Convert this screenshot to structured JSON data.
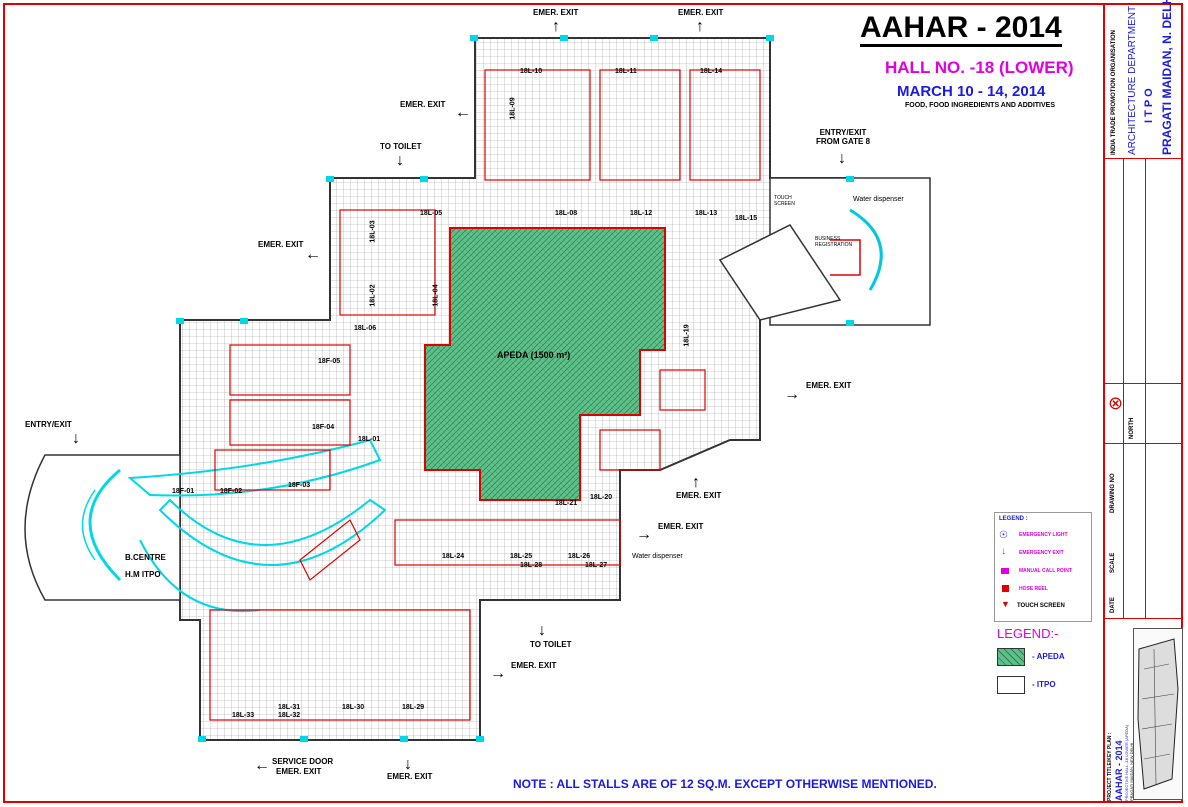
{
  "header": {
    "title": "AAHAR - 2014",
    "hall": "HALL NO. -18 (LOWER)",
    "dates": "MARCH 10 - 14, 2014",
    "subtitle": "FOOD, FOOD INGREDIENTS AND ADDITIVES"
  },
  "plan": {
    "center_label": "APEDA (1500 m²)",
    "exits": {
      "emer_top_left": "EMER. EXIT",
      "emer_top_right": "EMER. EXIT",
      "emer_upper_left": "EMER. EXIT",
      "to_toilet_top": "TO TOILET",
      "emer_left": "EMER. EXIT",
      "entry_exit_gate8": "ENTRY/EXIT FROM GATE 8",
      "entry_exit_left": "ENTRY/EXIT",
      "emer_right": "EMER. EXIT",
      "emer_right_mid": "EMER. EXIT",
      "emer_right_low": "EMER. EXIT",
      "to_toilet_bottom": "TO TOILET",
      "emer_bottom_right": "EMER. EXIT",
      "service_door": "SERVICE DOOR",
      "service_emer": "EMER. EXIT",
      "emer_bottom": "EMER. EXIT"
    },
    "misc": {
      "water_top": "Water dispenser",
      "water_right": "Water dispenser",
      "touch_screen": "TOUCH SCREEN",
      "business_reg": "BUSINESS REGISTRATION",
      "b_centre": "B.CENTRE",
      "hm_itpo": "H.M ITPO"
    },
    "stalls": [
      "18L-10",
      "18L-11",
      "18L-14",
      "18L-09",
      "18L-05",
      "18L-08",
      "18L-12",
      "18L-13",
      "18L-15",
      "18L-03",
      "18L-02",
      "18L-04",
      "18L-06",
      "18F-05",
      "18F-04",
      "18L-01",
      "18F-01",
      "18F-02",
      "18F-03",
      "18L-19",
      "18L-20",
      "18L-21",
      "18L-24",
      "18L-25",
      "18L-26",
      "18L-28",
      "18L-27",
      "18L-33",
      "18L-31",
      "18L-32",
      "18L-30",
      "18L-29"
    ]
  },
  "legend_small": {
    "title": "LEGEND :",
    "items": [
      {
        "icon": "emergency-light-icon",
        "label": "EMERGENCY LIGHT"
      },
      {
        "icon": "emergency-exit-icon",
        "label": "EMERGENCY EXIT"
      },
      {
        "icon": "manual-call-point-icon",
        "label": "MANUAL CALL POINT"
      },
      {
        "icon": "hose-reel-icon",
        "label": "HOSE REEL"
      },
      {
        "icon": "touch-screen-icon",
        "label": "TOUCH SCREEN"
      }
    ]
  },
  "legend_main": {
    "title": "LEGEND:-",
    "apeda": "- APEDA",
    "itpo": "- ITPO"
  },
  "note": "NOTE : ALL STALLS ARE OF 12 SQ.M. EXCEPT OTHERWISE MENTIONED.",
  "title_block": {
    "org": "INDIA TRADE PROMOTION ORGANISATION",
    "dept": "ARCHITECTURE DEPARTMENT",
    "itpo": "I T P O",
    "venue": "PRAGATI MAIDAN, N. DELHI",
    "north": "NORTH",
    "drawing_no": "DRAWING NO",
    "scale": "SCALE",
    "date": "DATE",
    "project_title": "PROJECT TITLE/KEY PLAN :",
    "project_name": "AAHAR - 2014",
    "project_sub": "PROJECTIVE HALL -18 LOWER (APEDA)",
    "project_place": "PRAGATI MAIDAN, NEW DELHI"
  },
  "colors": {
    "border": "#e00000",
    "apeda": "#5ec08a",
    "magenta": "#e000e0",
    "blue": "#1a1ae6",
    "cyan": "#00d8e8"
  }
}
